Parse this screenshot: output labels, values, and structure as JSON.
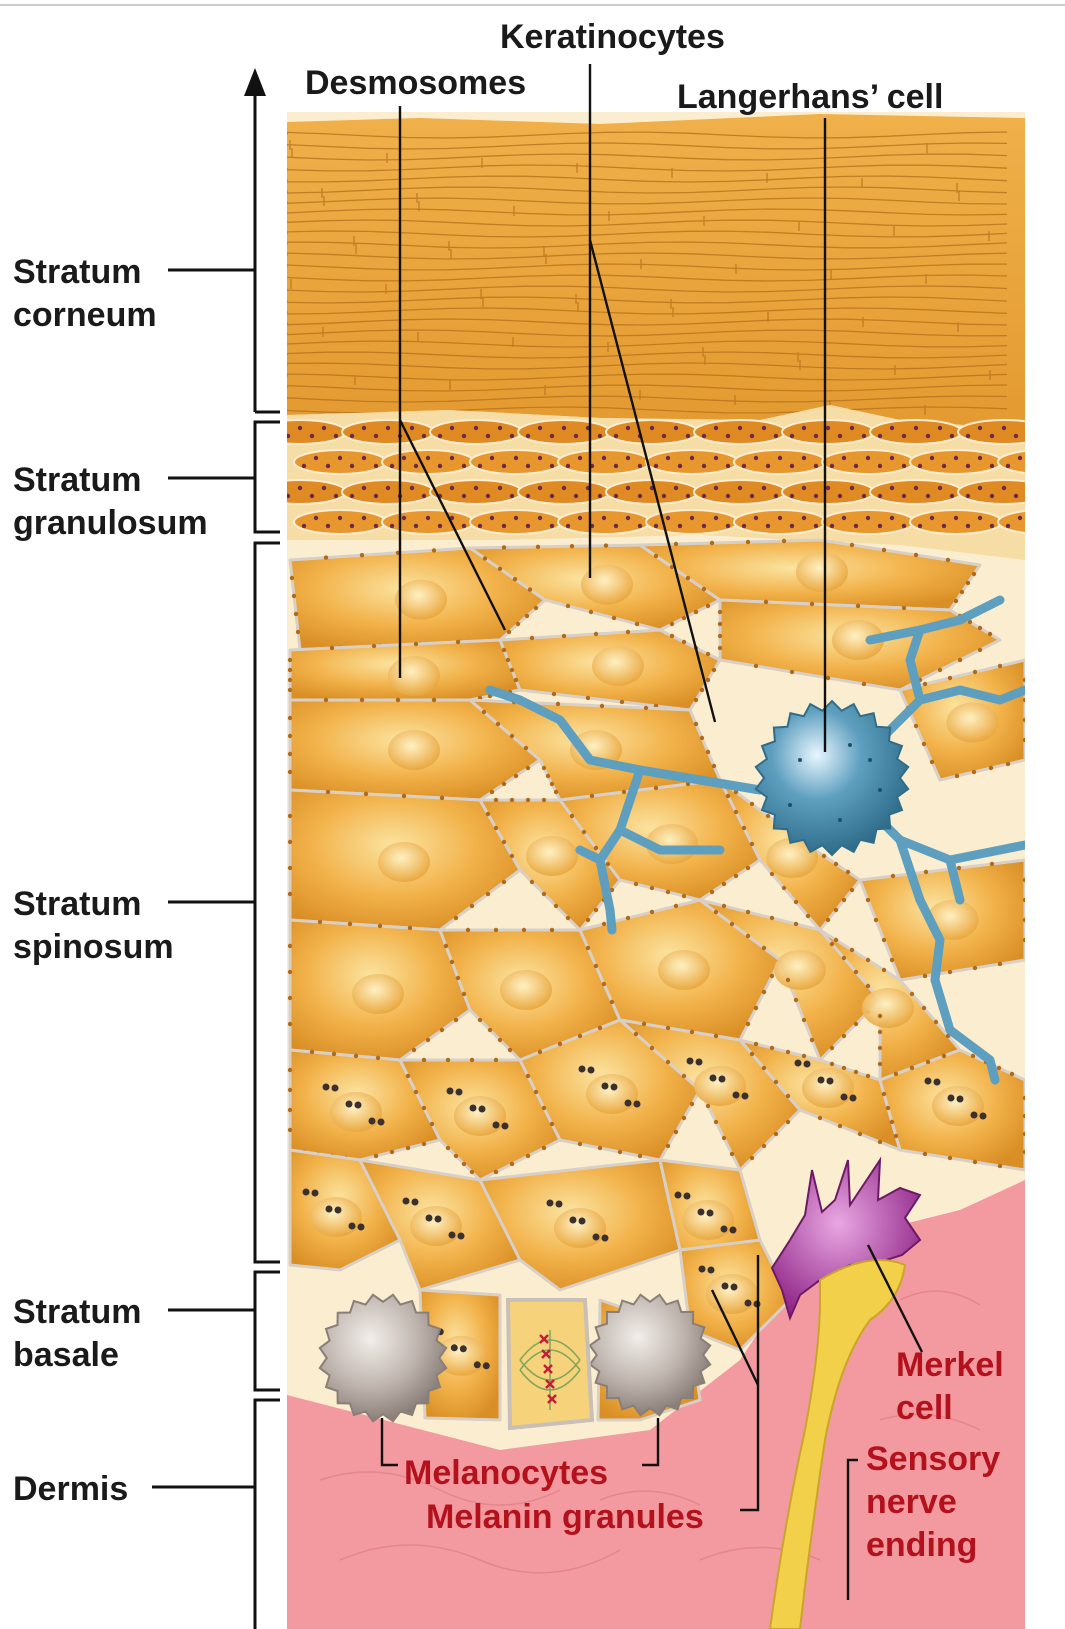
{
  "layers": {
    "corneum": [
      "Stratum",
      "corneum"
    ],
    "granulosum": [
      "Stratum",
      "granulosum"
    ],
    "spinosum": [
      "Stratum",
      "spinosum"
    ],
    "basale": [
      "Stratum",
      "basale"
    ],
    "dermis": "Dermis"
  },
  "labels": {
    "keratinocytes": "Keratinocytes",
    "desmosomes": "Desmosomes",
    "langerhans": "Langerhans’ cell",
    "melanocytes": "Melanocytes",
    "melanin_granules": "Melanin granules",
    "merkel": [
      "Merkel",
      "cell"
    ],
    "sensory": [
      "Sensory",
      "nerve",
      "ending"
    ]
  },
  "colors": {
    "corneum": "#e8a33a",
    "cell_fill": "#f2b24a",
    "cell_light": "#f9d98c",
    "granulosum_dots": "#6b2a4a",
    "langerhans": "#5e9fbf",
    "merkel": "#b03aa8",
    "nerve": "#f2d04a",
    "dermis": "#f29a9f",
    "melanocyte": "#bdb3ac"
  }
}
